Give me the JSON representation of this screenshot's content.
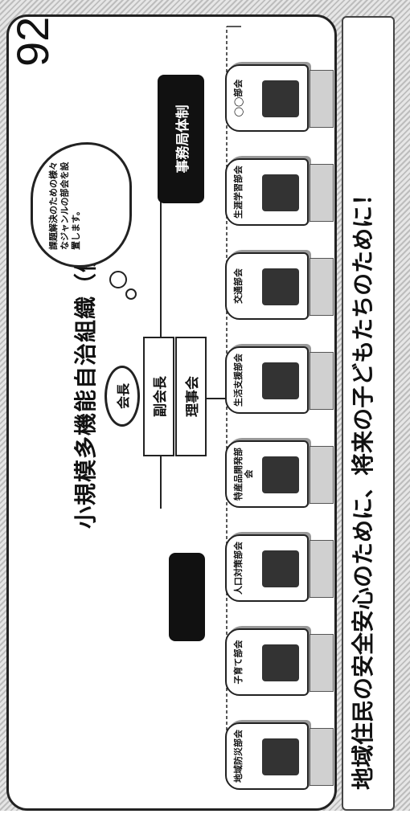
{
  "title": "小規模多機能自治組織（例）",
  "page_number": "92",
  "cloud_note": "課題解決のための様々なジャンルの部会を設置します。",
  "roles": {
    "chair": "会長",
    "vice_chair": "副会長",
    "directors": "理事会",
    "secretariat": "事務局体制"
  },
  "branches": [
    {
      "label": "地域防災部会"
    },
    {
      "label": "子育て部会"
    },
    {
      "label": "人口対策部会"
    },
    {
      "label": "特産品開発部会"
    },
    {
      "label": "生活支援部会"
    },
    {
      "label": "交通部会"
    },
    {
      "label": "生涯学習部会"
    },
    {
      "label": "◯◯部会"
    }
  ],
  "footer": "地域住民の安全安心のために、将来の子どもたちのために！"
}
